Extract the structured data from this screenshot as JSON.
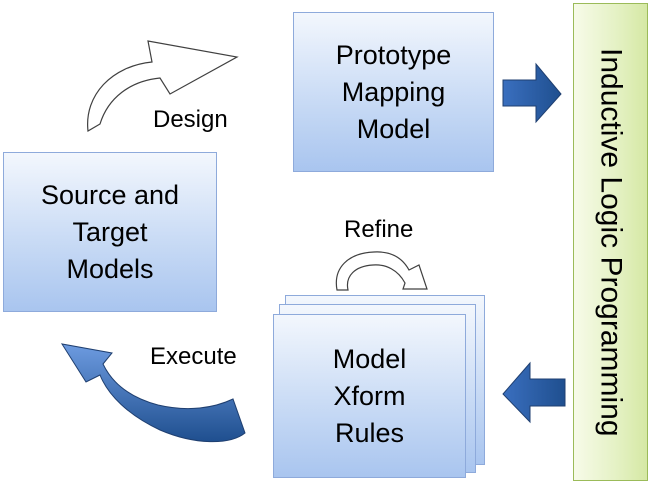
{
  "boxes": {
    "prototype": [
      "Prototype",
      "Mapping",
      "Model"
    ],
    "source_target": [
      "Source and",
      "Target",
      "Models"
    ],
    "xform": [
      "Model",
      "Xform",
      "Rules"
    ]
  },
  "labels": {
    "design": "Design",
    "refine": "Refine",
    "execute": "Execute"
  },
  "side_bar": {
    "text": "Inductive Logic Programming"
  },
  "colors": {
    "box_fill": "#c9dbf5",
    "box_border": "#8eaadb",
    "arrow_blue": "#2f5f9e",
    "side_bar_fill": "#e4f1c3",
    "side_bar_border": "#9bbb59"
  }
}
